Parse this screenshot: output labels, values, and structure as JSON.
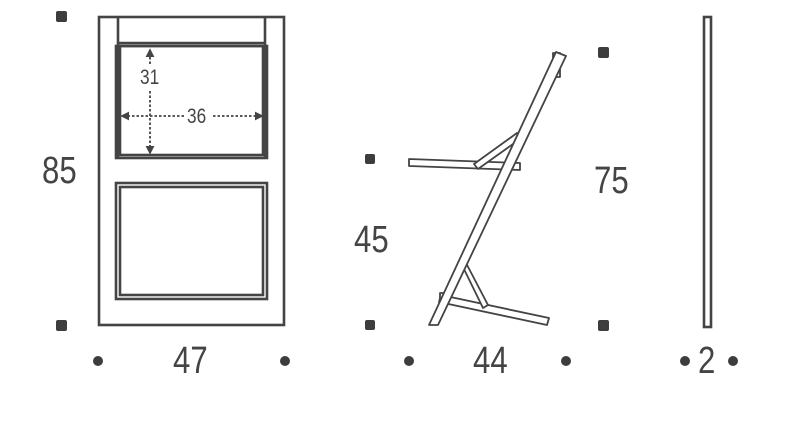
{
  "colors": {
    "stroke": "#444444",
    "dot": "#3d3d3d",
    "background": "#ffffff"
  },
  "front_view": {
    "height_label": "85",
    "width_label": "47",
    "inner_height_label": "31",
    "inner_width_label": "36"
  },
  "side_view": {
    "seat_height_label": "45",
    "total_height_label": "75",
    "depth_label": "44"
  },
  "folded_view": {
    "thickness_label": "2"
  }
}
